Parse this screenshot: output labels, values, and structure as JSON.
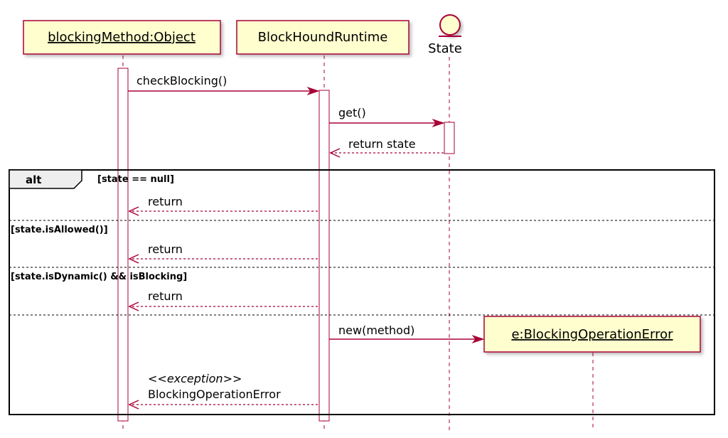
{
  "participants": {
    "caller": "blockingMethod:Object",
    "runtime": "BlockHoundRuntime",
    "state": "State",
    "error": "e:BlockingOperationError"
  },
  "messages": {
    "check_blocking": "checkBlocking()",
    "get": "get()",
    "return_state": "return state",
    "return_1": "return",
    "return_2": "return",
    "return_3": "return",
    "new_method": "new(method)",
    "exception_stereotype": "<<exception>>",
    "exception_name": "BlockingOperationError"
  },
  "alt_fragment": {
    "label": "alt",
    "guards": [
      "[state == null]",
      "[state.isAllowed()]",
      "[state.isDynamic() && isBlocking]"
    ]
  },
  "colors": {
    "line": "#A80036",
    "participant_fill": "#FEFECE"
  }
}
